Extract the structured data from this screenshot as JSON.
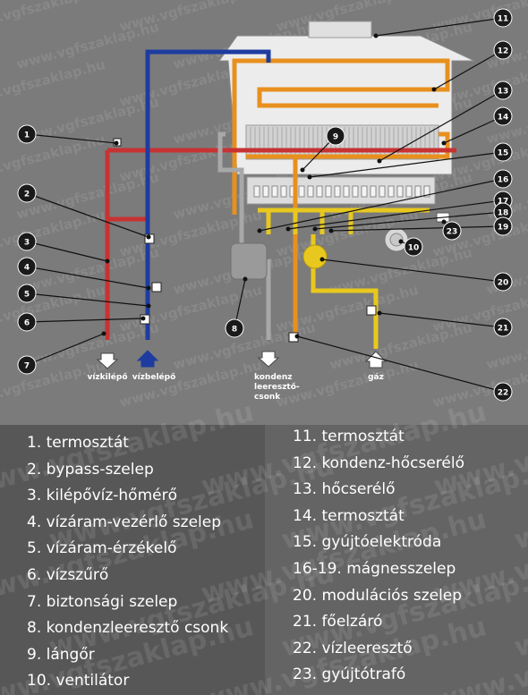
{
  "watermark": "www.vgfszaklap.hu",
  "colors": {
    "hot_water": "#c83232",
    "cold_water": "#1e3ca0",
    "heating": "#e8901e",
    "gas": "#e8c81e",
    "condensate": "#9a9a9a"
  },
  "diagram": {
    "markers": [
      "1",
      "2",
      "3",
      "4",
      "5",
      "6",
      "7",
      "8",
      "9",
      "10",
      "11",
      "12",
      "13",
      "14",
      "15",
      "16",
      "17",
      "18",
      "19",
      "20",
      "21",
      "22",
      "23"
    ],
    "port_labels": {
      "hot_outlet": "vízkilépő",
      "cold_inlet": "vízbelépő",
      "condensate_drain": [
        "kondenz",
        "leeresztő-",
        "csonk"
      ],
      "gas": "gáz"
    }
  },
  "legend": {
    "left": [
      "1. termosztát",
      "2. bypass-szelep",
      "3. kilépővíz-hőmérő",
      "4. vízáram-vezérlő szelep",
      "5. vízáram-érzékelő",
      "6. vízszűrő",
      "7. biztonsági szelep",
      "8. kondenzleeresztő csonk",
      "9. lángőr",
      "10. ventilátor"
    ],
    "right": [
      "11. termosztát",
      "12. kondenz-hőcserélő",
      "13. hőcserélő",
      "14. termosztát",
      "15. gyújtóelektróda",
      "16-19. mágnesszelep",
      "20. modulációs szelep",
      "21. főelzáró",
      "22. vízleeresztő",
      "23. gyújtótrafó"
    ]
  }
}
